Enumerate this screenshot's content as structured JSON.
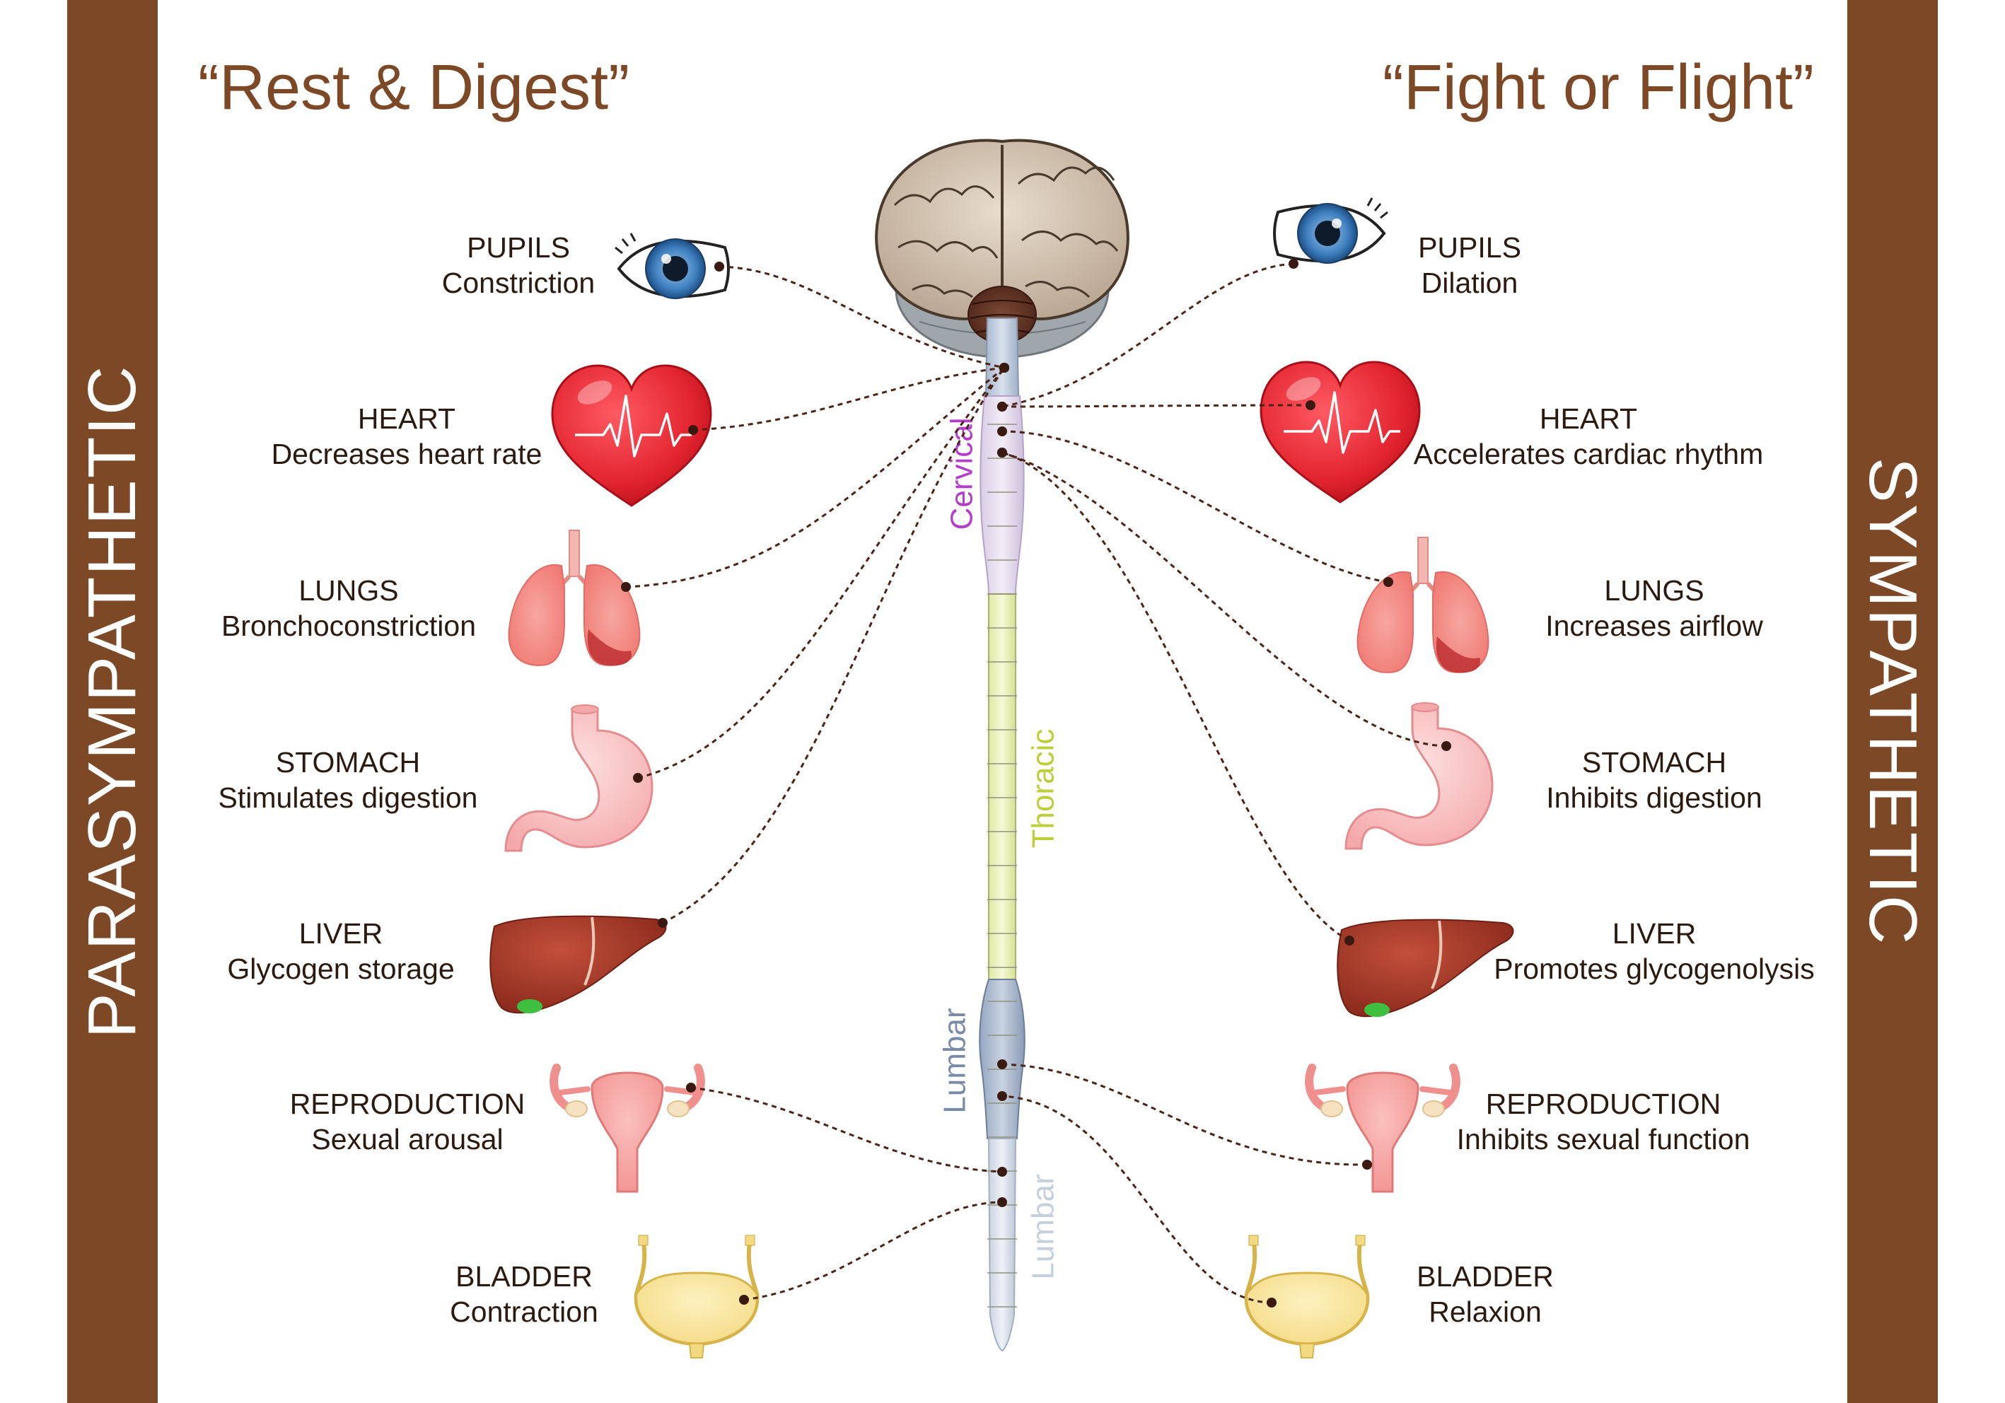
{
  "sides": {
    "left_title": "PARASYMPATHETIC",
    "right_title": "SYMPATHETIC"
  },
  "headings": {
    "left": "“Rest & Digest”",
    "right": "“Fight or Flight”"
  },
  "spine_regions": {
    "cervical": "Cervical",
    "thoracic": "Thoracic",
    "lumbar_upper": "Lumbar",
    "lumbar_lower": "Lumbar"
  },
  "parasympathetic": [
    {
      "organ": "PUPILS",
      "effect": "Constriction"
    },
    {
      "organ": "HEART",
      "effect": "Decreases heart rate"
    },
    {
      "organ": "LUNGS",
      "effect": "Bronchoconstriction"
    },
    {
      "organ": "STOMACH",
      "effect": "Stimulates digestion"
    },
    {
      "organ": "LIVER",
      "effect": "Glycogen storage"
    },
    {
      "organ": "REPRODUCTION",
      "effect": "Sexual arousal"
    },
    {
      "organ": "BLADDER",
      "effect": "Contraction"
    }
  ],
  "sympathetic": [
    {
      "organ": "PUPILS",
      "effect": "Dilation"
    },
    {
      "organ": "HEART",
      "effect": "Accelerates cardiac rhythm"
    },
    {
      "organ": "LUNGS",
      "effect": "Increases airflow"
    },
    {
      "organ": "STOMACH",
      "effect": "Inhibits digestion"
    },
    {
      "organ": "LIVER",
      "effect": "Promotes glycogenolysis"
    },
    {
      "organ": "REPRODUCTION",
      "effect": "Inhibits sexual function"
    },
    {
      "organ": "BLADDER",
      "effect": "Relaxion"
    }
  ],
  "colors": {
    "side_bar": "#7d4826",
    "heading": "#7d4826",
    "cervical": "#b23fc9",
    "thoracic": "#bccf3a",
    "lumbar_upper": "#7a8ba6",
    "lumbar_lower": "#c6cfdc",
    "nerve_line": "#4a2418"
  },
  "icons": [
    "eye-icon",
    "heart-icon",
    "lungs-icon",
    "stomach-icon",
    "liver-icon",
    "uterus-icon",
    "bladder-icon",
    "brain-icon",
    "spinal-cord-icon"
  ]
}
